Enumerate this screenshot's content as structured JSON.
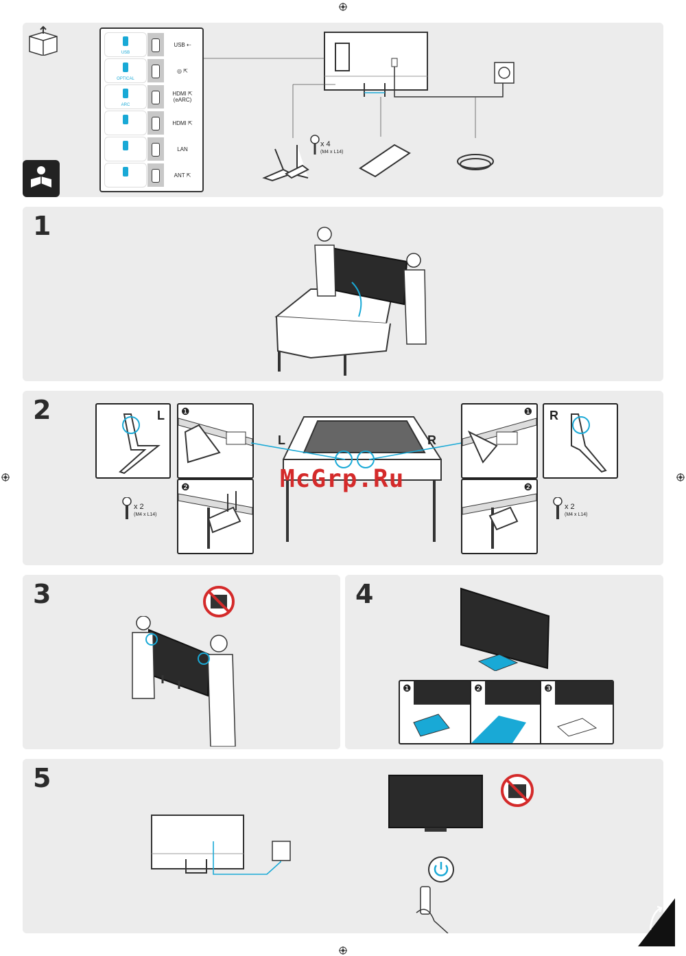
{
  "steps": [
    "1",
    "2",
    "3",
    "4",
    "5"
  ],
  "ports": [
    {
      "icon_label": "USB",
      "name": "USB ⇠"
    },
    {
      "icon_label": "OPTICAL",
      "name": "◎ ⇱"
    },
    {
      "icon_label": "ARC",
      "name": "HDMI ⇱\n(eARC)"
    },
    {
      "icon_label": "",
      "name": "HDMI ⇱"
    },
    {
      "icon_label": "",
      "name": "LAN"
    },
    {
      "icon_label": "",
      "name": "ANT ⇱"
    }
  ],
  "screws_main": {
    "count": "x 4",
    "spec": "(M4 x L14)"
  },
  "screws_left": {
    "count": "x 2",
    "spec": "(M4 x L14)"
  },
  "screws_right": {
    "count": "x 2",
    "spec": "(M4 x L14)"
  },
  "labels": {
    "left": "L",
    "right": "R",
    "table_left": "L",
    "table_right": "R"
  },
  "substeps": [
    "❶",
    "❷",
    "❸"
  ],
  "watermark": "McGrp.Ru",
  "icons": [
    "box-icon",
    "manual-reader-icon",
    "no-touch-screen-icon",
    "no-touch-screen-icon",
    "power-icon",
    "page-turn-icon",
    "registration-mark-icon"
  ]
}
